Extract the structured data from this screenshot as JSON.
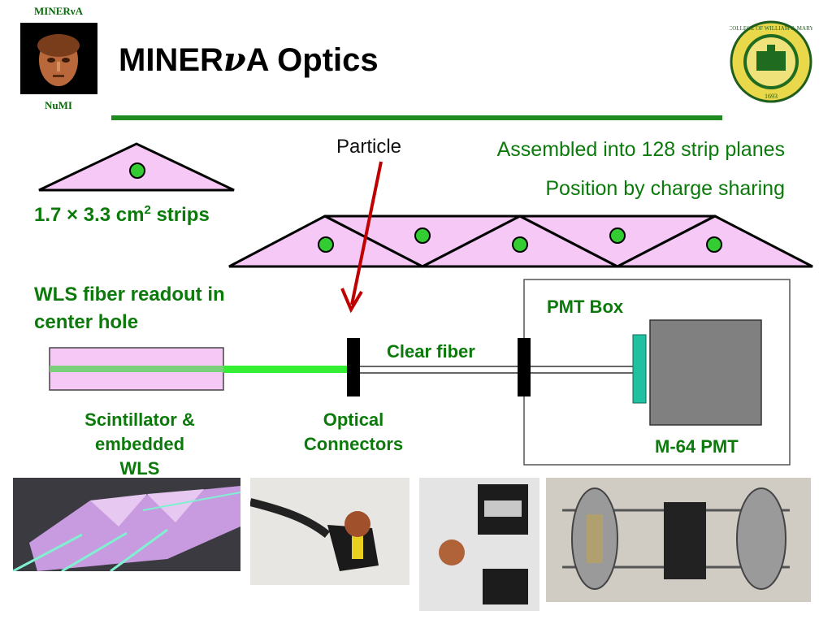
{
  "logo": {
    "top_text": "MINERνA",
    "bottom_text": "NuMI",
    "seal_text": "COLLEGE OF WILLIAM & MARY",
    "seal_year": "1693"
  },
  "title": {
    "prefix": "MINER",
    "nu": "ν",
    "suffix": "A Optics"
  },
  "captions": {
    "strips_prefix": "1.7 × 3.3 cm",
    "strips_sup": "2",
    "strips_suffix": " strips",
    "wls_line1": "WLS fiber readout in",
    "wls_line2": "center hole",
    "assembled": "Assembled into 128 strip planes",
    "position": "Position by charge sharing",
    "particle": "Particle"
  },
  "readout": {
    "clear_fiber": "Clear fiber",
    "pmt_box": "PMT Box",
    "m64_pmt": "M-64 PMT",
    "scintillator_line1": "Scintillator &",
    "scintillator_line2": "embedded",
    "scintillator_line3": "WLS",
    "optical_line1": "Optical",
    "optical_line2": "Connectors"
  },
  "colors": {
    "green": "#0b7a0b",
    "strip_fill": "#f5c8f5",
    "fiber_green": "#33ee33",
    "arrow_red": "#c00000",
    "pmt_gray": "#808080",
    "cookie_teal": "#20c0a0"
  },
  "photos": [
    {
      "name": "scintillator-strips-photo"
    },
    {
      "name": "optical-connector-cable-photo"
    },
    {
      "name": "connector-parts-photo"
    },
    {
      "name": "pmt-box-assembly-photo"
    }
  ]
}
